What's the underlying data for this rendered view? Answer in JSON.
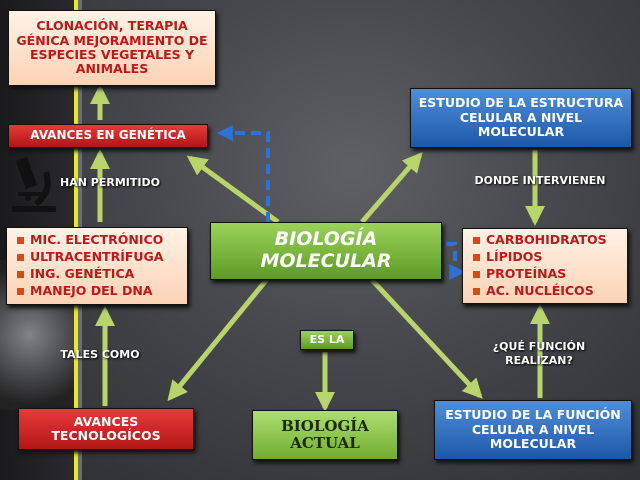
{
  "nodes": {
    "clonacion": "CLONACIÓN, TERAPIA GÉNICA MEJORAMIENTO DE ESPECIES VEGETALES Y ANIMALES",
    "avances_genetica": "AVANCES EN GENÉTICA",
    "tecnicas": [
      "MIC. ELECTRÓNICO",
      "ULTRACENTRÍFUGA",
      "ING. GENÉTICA",
      "MANEJO  DEL  DNA"
    ],
    "avances_tecnologicos": "AVANCES TECNOLOGÍCOS",
    "biologia_molecular": "BIOLOGÍA MOLECULAR",
    "es_la": "ES LA",
    "biologia_actual": "BIOLOGÍA ACTUAL",
    "estructura_celular": "ESTUDIO DE LA ESTRUCTURA CELULAR A NIVEL MOLECULAR",
    "biomoleculas": [
      "CARBOHIDRATOS",
      "LÍPIDOS",
      "PROTEÍNAS",
      "AC. NUCLÉICOS"
    ],
    "funcion_celular": "ESTUDIO DE  LA FUNCIÓN CELULAR A NIVEL MOLECULAR"
  },
  "labels": {
    "han_permitido": "HAN PERMITIDO",
    "tales_como": "TALES COMO",
    "donde_intervienen": "DONDE INTERVIENEN",
    "que_funcion": "¿QUÉ FUNCIÓN REALIZAN?"
  },
  "colors": {
    "arrow": "#b8d46a",
    "dashed_arrow": "#2f72d6",
    "accent_stripe": "#e4ea2a"
  }
}
